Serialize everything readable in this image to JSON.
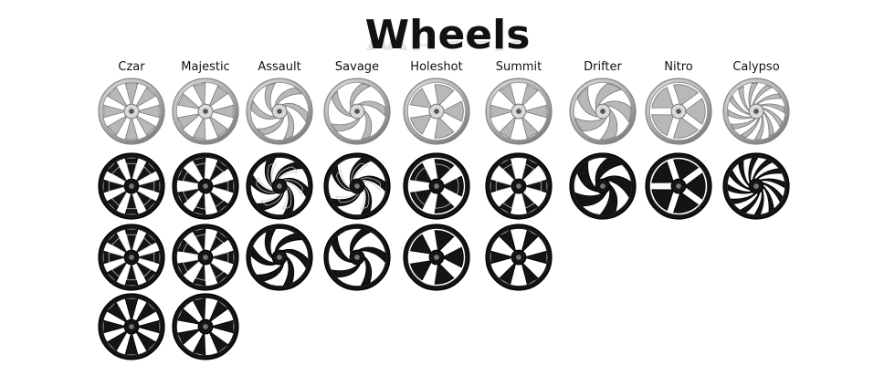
{
  "title": "Wheels",
  "wheels": [
    {
      "name": "Czar",
      "style": "split",
      "spokes": 8,
      "finishes": [
        "chrome",
        "black-contrast",
        "black-contrast",
        "black"
      ]
    },
    {
      "name": "Majestic",
      "style": "split",
      "spokes": 7,
      "finishes": [
        "chrome",
        "black-contrast",
        "black-contrast",
        "black"
      ]
    },
    {
      "name": "Assault",
      "style": "swirl",
      "spokes": 6,
      "finishes": [
        "chrome",
        "black-contrast",
        "black"
      ]
    },
    {
      "name": "Savage",
      "style": "swirl",
      "spokes": 5,
      "finishes": [
        "chrome",
        "black-contrast",
        "black"
      ]
    },
    {
      "name": "Holeshot",
      "style": "petal",
      "spokes": 5,
      "finishes": [
        "chrome",
        "black-contrast",
        "black"
      ]
    },
    {
      "name": "Summit",
      "style": "split",
      "spokes": 6,
      "finishes": [
        "chrome",
        "black-contrast",
        "black"
      ]
    },
    {
      "name": "Drifter",
      "style": "swirl-wide",
      "spokes": 5,
      "finishes": [
        "chrome",
        "black"
      ]
    },
    {
      "name": "Nitro",
      "style": "blade",
      "spokes": 5,
      "finishes": [
        "chrome",
        "black"
      ]
    },
    {
      "name": "Calypso",
      "style": "fan",
      "spokes": 12,
      "finishes": [
        "chrome",
        "black"
      ]
    }
  ],
  "colors": {
    "background": "#ffffff",
    "text": "#111111",
    "chrome_light": "#f4f4f4",
    "chrome_mid": "#b8b8b8",
    "chrome_dark": "#6a6a6a",
    "black": "#141414",
    "black_highlight": "#c8c8c8"
  }
}
